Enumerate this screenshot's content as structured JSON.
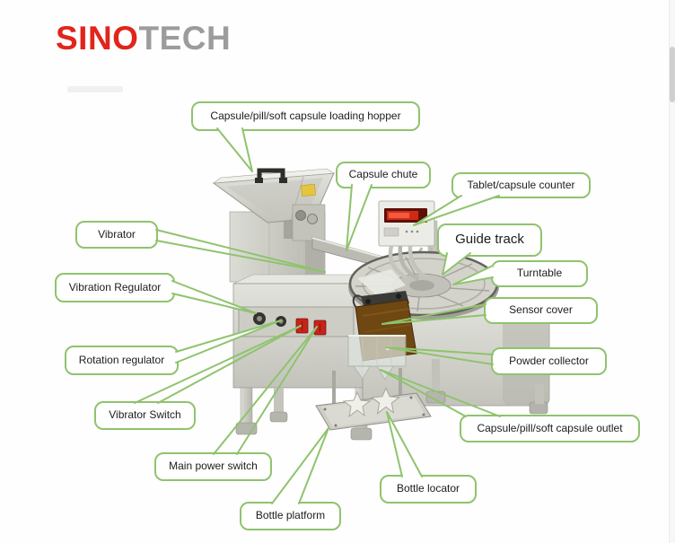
{
  "logo": {
    "sino": "SINO",
    "tech": "TECH"
  },
  "labels": [
    {
      "id": "loading-hopper",
      "text": "Capsule/pill/soft capsule loading hopper"
    },
    {
      "id": "capsule-chute",
      "text": "Capsule chute"
    },
    {
      "id": "tablet-capsule-counter",
      "text": "Tablet/capsule counter"
    },
    {
      "id": "guide-track",
      "text": "Guide track"
    },
    {
      "id": "vibrator",
      "text": "Vibrator"
    },
    {
      "id": "turntable",
      "text": "Turntable"
    },
    {
      "id": "vibration-regulator",
      "text": "Vibration Regulator"
    },
    {
      "id": "sensor-cover",
      "text": "Sensor cover"
    },
    {
      "id": "rotation-regulator",
      "text": "Rotation regulator"
    },
    {
      "id": "powder-collector",
      "text": "Powder collector"
    },
    {
      "id": "vibrator-switch",
      "text": "Vibrator Switch"
    },
    {
      "id": "capsule-outlet",
      "text": "Capsule/pill/soft capsule outlet"
    },
    {
      "id": "main-power-switch",
      "text": "Main power switch"
    },
    {
      "id": "bottle-locator",
      "text": "Bottle locator"
    },
    {
      "id": "bottle-platform",
      "text": "Bottle platform"
    }
  ],
  "colors": {
    "callout_green": "#8fc36d",
    "logo_red": "#e2251c",
    "logo_gray": "#9c9c9c",
    "switch_red": "#c6231a",
    "led_red": "#ce2b16",
    "sensor_brown": "#6e4712",
    "steel_light": "#d9d9d3",
    "steel_dark": "#b1b1a9"
  }
}
